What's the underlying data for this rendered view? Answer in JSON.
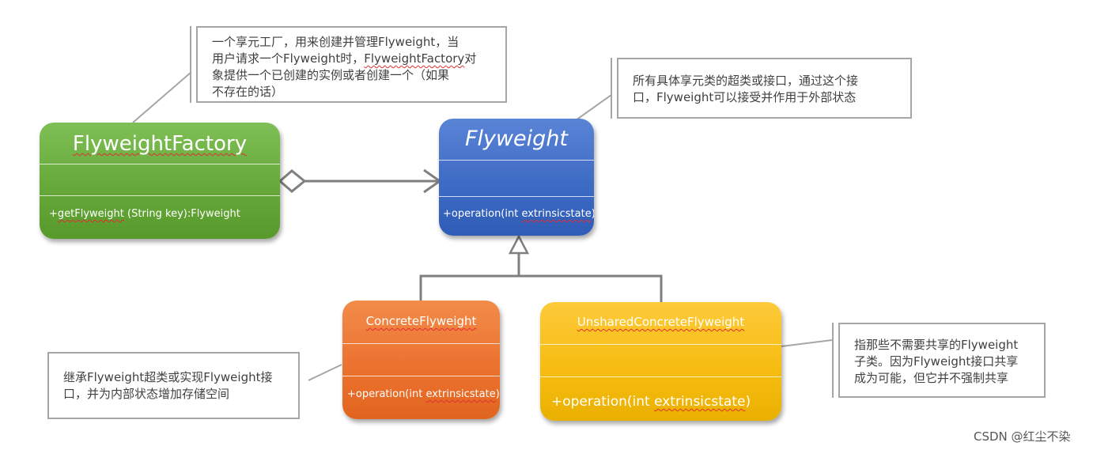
{
  "classes": {
    "factory": {
      "name": "FlyweightFactory",
      "operation_prefix": "+",
      "operation_method": "getFlyweight",
      "operation_rest": " (String key):Flyweight"
    },
    "flyweight": {
      "name": "Flyweight",
      "operation_prefix": "+operation(int ",
      "operation_param": "extrinsicstate",
      "operation_suffix": ")"
    },
    "concrete": {
      "name": "ConcreteFlyweight",
      "operation_prefix": "+operation(int ",
      "operation_param": "extrinsicstate",
      "operation_suffix": ")"
    },
    "unshared": {
      "name": "UnsharedConcreteFlyweight",
      "operation_prefix": "+operation(int ",
      "operation_param": "extrinsicstate",
      "operation_suffix": ")"
    }
  },
  "notes": {
    "factory": {
      "line1": "一个享元工厂，用来创建并管理Flyweight，当",
      "line2_a": "用户请求一个Flyweight时，",
      "line2_b": "FlyweightFactory",
      "line2_c": "对",
      "line3": "象提供一个已创建的实例或者创建一个（如果",
      "line4": "不存在的话）"
    },
    "flyweight": {
      "line1": "所有具体享元类的超类或接口，通过这个接",
      "line2": "口，Flyweight可以接受并作用于外部状态"
    },
    "concrete": {
      "line1": "继承Flyweight超类或实现Flyweight接",
      "line2": "口，并为内部状态增加存储空间"
    },
    "unshared": {
      "line1": "指那些不需要共享的Flyweight",
      "line2": "子类。因为Flyweight接口共享",
      "line3": "成为可能，但它并不强制共享"
    }
  },
  "watermark": "CSDN @红尘不染",
  "colors": {
    "factory": "#66a93a",
    "flyweight": "#3e6bc4",
    "concrete": "#ec7230",
    "unshared": "#f7bd12",
    "connector": "#7f7f7f",
    "note_border": "#a6a6a6"
  }
}
